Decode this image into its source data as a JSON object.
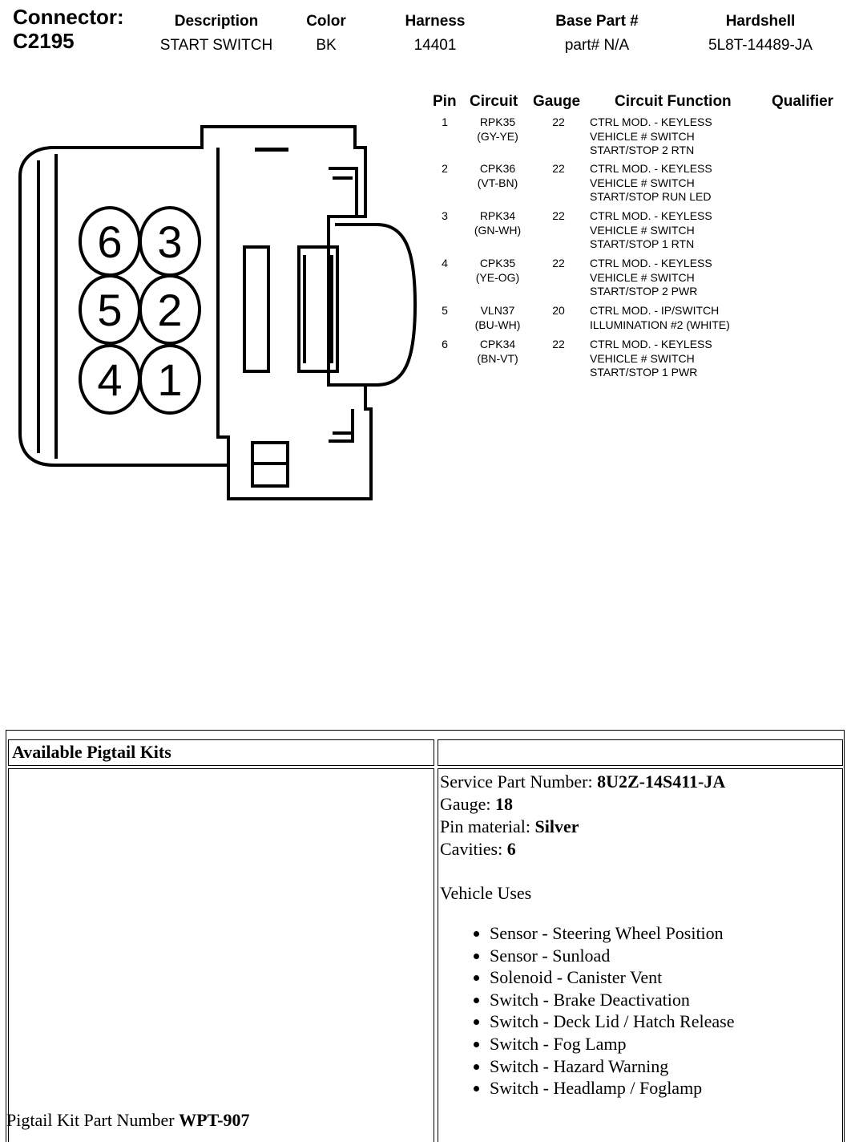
{
  "connector": {
    "label": "Connector:",
    "id": "C2195"
  },
  "header": {
    "description": {
      "label": "Description",
      "value": "START SWITCH"
    },
    "color": {
      "label": "Color",
      "value": "BK"
    },
    "harness": {
      "label": "Harness",
      "value": "14401"
    },
    "base_part": {
      "label": "Base Part #",
      "value": "part# N/A"
    },
    "hardshell": {
      "label": "Hardshell",
      "value": "5L8T-14489-JA"
    }
  },
  "connector_pins": [
    "6",
    "3",
    "5",
    "2",
    "4",
    "1"
  ],
  "pin_table": {
    "headers": {
      "pin": "Pin",
      "circuit": "Circuit",
      "gauge": "Gauge",
      "function": "Circuit Function",
      "qualifier": "Qualifier"
    },
    "rows": [
      {
        "pin": "1",
        "circuit": "RPK35\n(GY-YE)",
        "gauge": "22",
        "function": "CTRL MOD. - KEYLESS\nVEHICLE # SWITCH\nSTART/STOP 2 RTN"
      },
      {
        "pin": "2",
        "circuit": "CPK36\n(VT-BN)",
        "gauge": "22",
        "function": "CTRL MOD. - KEYLESS\nVEHICLE # SWITCH\nSTART/STOP RUN LED"
      },
      {
        "pin": "3",
        "circuit": "RPK34\n(GN-WH)",
        "gauge": "22",
        "function": "CTRL MOD. - KEYLESS\nVEHICLE # SWITCH\nSTART/STOP 1 RTN"
      },
      {
        "pin": "4",
        "circuit": "CPK35\n(YE-OG)",
        "gauge": "22",
        "function": "CTRL MOD. - KEYLESS\nVEHICLE # SWITCH\nSTART/STOP 2 PWR"
      },
      {
        "pin": "5",
        "circuit": "VLN37\n(BU-WH)",
        "gauge": "20",
        "function": "CTRL MOD. - IP/SWITCH\nILLUMINATION #2 (WHITE)"
      },
      {
        "pin": "6",
        "circuit": "CPK34\n(BN-VT)",
        "gauge": "22",
        "function": "CTRL MOD. - KEYLESS\nVEHICLE # SWITCH\nSTART/STOP 1 PWR"
      }
    ]
  },
  "pigtail": {
    "title": "Available Pigtail Kits",
    "service_part_label": "Service Part Number: ",
    "service_part_value": "8U2Z-14S411-JA",
    "gauge_label": "Gauge: ",
    "gauge_value": "18",
    "pin_material_label": "Pin material: ",
    "pin_material_value": "Silver",
    "cavities_label": "Cavities: ",
    "cavities_value": "6",
    "vehicle_uses_label": "Vehicle Uses",
    "vehicle_uses": [
      "Sensor - Steering Wheel Position",
      "Sensor - Sunload",
      "Solenoid - Canister Vent",
      "Switch - Brake Deactivation",
      "Switch - Deck Lid / Hatch Release",
      "Switch - Fog Lamp",
      "Switch - Hazard Warning",
      "Switch - Headlamp / Foglamp"
    ],
    "kit_part_label": "Pigtail Kit Part Number ",
    "kit_part_value": "WPT-907"
  }
}
